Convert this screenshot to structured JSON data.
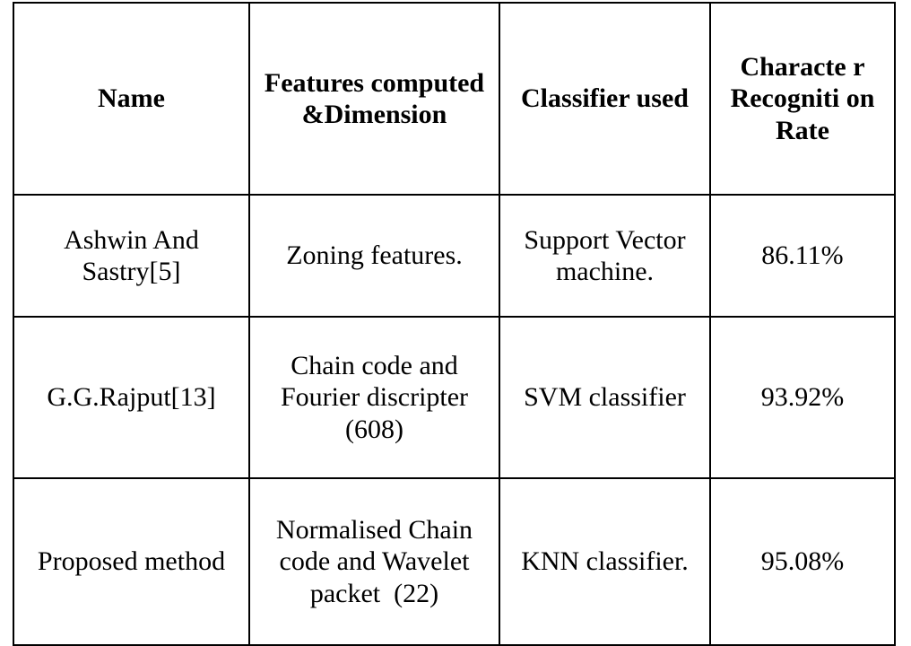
{
  "document": {
    "type": "comparison-table",
    "colors": {
      "text": "#000000",
      "background": "#ffffff",
      "border": "#000000"
    }
  },
  "table": {
    "headers": [
      "Name",
      "Features computed &Dimension",
      "Classifier used",
      "Characte r Recogniti on Rate"
    ],
    "rows": [
      {
        "name": "Ashwin And Sastry[5]",
        "features": "Zoning features.",
        "classifier": "Support Vector machine.",
        "rate": "86.11%"
      },
      {
        "name": "G.G.Rajput[13]",
        "features": "Chain code and Fourier discripter (608)",
        "classifier": "SVM classifier",
        "rate": "93.92%"
      },
      {
        "name": "Proposed method",
        "features": "Normalised Chain code and Wavelet packet  (22)",
        "classifier": "KNN classifier.",
        "rate": "95.08%"
      }
    ]
  }
}
